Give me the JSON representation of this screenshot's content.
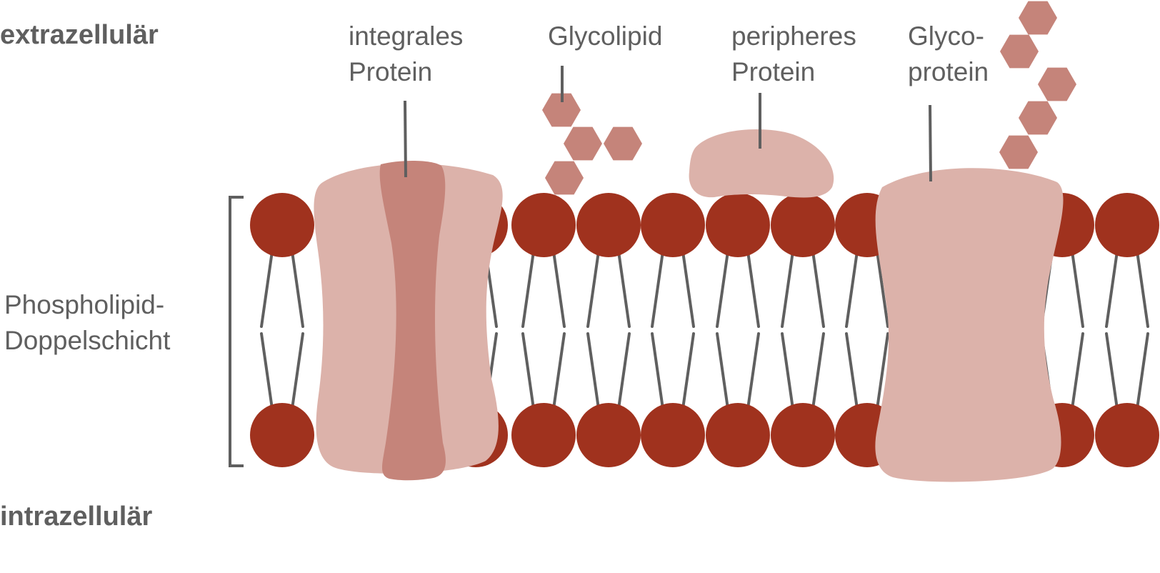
{
  "regions": {
    "outside": "extrazellulär",
    "inside": "intrazellulär"
  },
  "labels": {
    "integral_protein": [
      "integrales",
      "Protein"
    ],
    "glycolipid": [
      "Glycolipid"
    ],
    "peripheral_protein": [
      "peripheres",
      "Protein"
    ],
    "glycoprotein": [
      "Glyco-",
      "protein"
    ],
    "bilayer": [
      "Phospholipid-",
      "Doppelschicht"
    ]
  },
  "colors": {
    "lipid_head": "#a0321e",
    "protein_light": "#dcb2aa",
    "protein_dark": "#c5847a",
    "sugar": "#c5847a",
    "line": "#5f5f5f",
    "text": "#5f5f5f"
  }
}
